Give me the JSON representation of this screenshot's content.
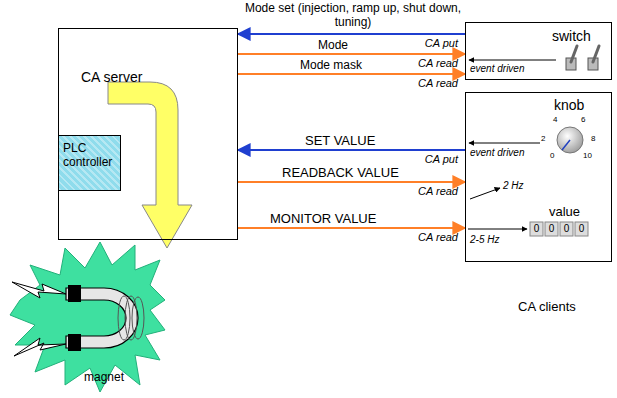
{
  "diagram": {
    "nodes": [
      {
        "text": [
          "CA server"
        ]
      },
      {
        "text": [
          "PLC controller"
        ],
        "in": 0
      },
      {
        "text": [
          "switch"
        ]
      },
      {
        "text": [
          "knob",
          "value"
        ]
      }
    ],
    "edges": [
      {
        "from": 2,
        "to": 0,
        "arrow": "to",
        "label": "Mode set (injection, ramp up, shut down, tuning)"
      },
      {
        "from": 0,
        "to": 2,
        "arrow": "to",
        "label": "Mode"
      },
      {
        "from": 0,
        "to": 2,
        "arrow": "to",
        "label": "Mode mask"
      },
      {
        "from": 3,
        "to": 0,
        "arrow": "to",
        "label": "SET VALUE"
      },
      {
        "from": 0,
        "to": 3,
        "arrow": "to",
        "label": "READBACK VALUE"
      },
      {
        "from": 0,
        "to": 3,
        "arrow": "to",
        "label": "MONITOR VALUE"
      }
    ],
    "labels": [
      "CA put",
      "CA read",
      "CA read",
      "CA put",
      "CA read",
      "CA read",
      "event driven",
      "event driven",
      "2 Hz",
      "2-5 Hz",
      "0",
      "0",
      "0",
      "0",
      "0",
      "2",
      "4",
      "6",
      "8",
      "10",
      "magnet",
      "CA clients"
    ]
  }
}
